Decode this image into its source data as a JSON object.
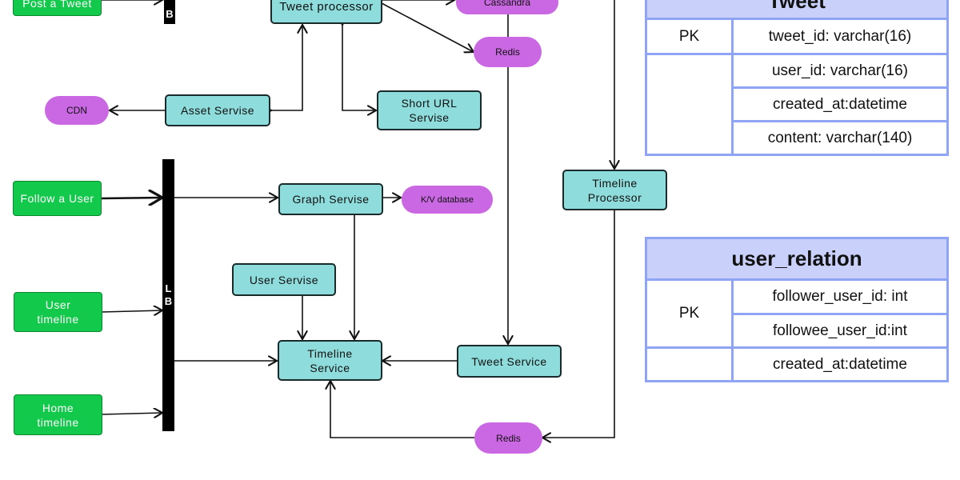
{
  "colors": {
    "client": "#12c94b",
    "service": "#8fdcdc",
    "datastore": "#c968e2",
    "table_header": "#c9d1fb",
    "table_border": "#8fa4f5"
  },
  "clients": {
    "post_tweet": "Post a Tweet",
    "follow_user": "Follow a User",
    "user_timeline": "User timeline",
    "home_timeline": "Home timeline"
  },
  "load_balancer": {
    "top_label": "B",
    "label_l": "L",
    "label_b": "B"
  },
  "services": {
    "tweet_processor": "Tweet processor",
    "asset_service": "Asset Servise",
    "short_url_service": "Short URL Servise",
    "graph_service": "Graph Servise",
    "user_service": "User Servise",
    "timeline_service": "Timeline Service",
    "tweet_service": "Tweet Service",
    "timeline_processor": "Timeline Processor"
  },
  "datastores": {
    "cassandra": "Cassandra",
    "redis_top": "Redis",
    "cdn": "CDN",
    "kv_database": "K/V database",
    "redis_bottom": "Redis"
  },
  "tweet_table": {
    "title": "Tweet",
    "pk": "PK",
    "columns": [
      "tweet_id: varchar(16)",
      "user_id: varchar(16)",
      "created_at:datetime",
      "content: varchar(140)"
    ]
  },
  "user_relation_table": {
    "title": "user_relation",
    "pk": "PK",
    "columns": [
      "follower_user_id: int",
      "followee_user_id:int",
      "created_at:datetime"
    ]
  }
}
